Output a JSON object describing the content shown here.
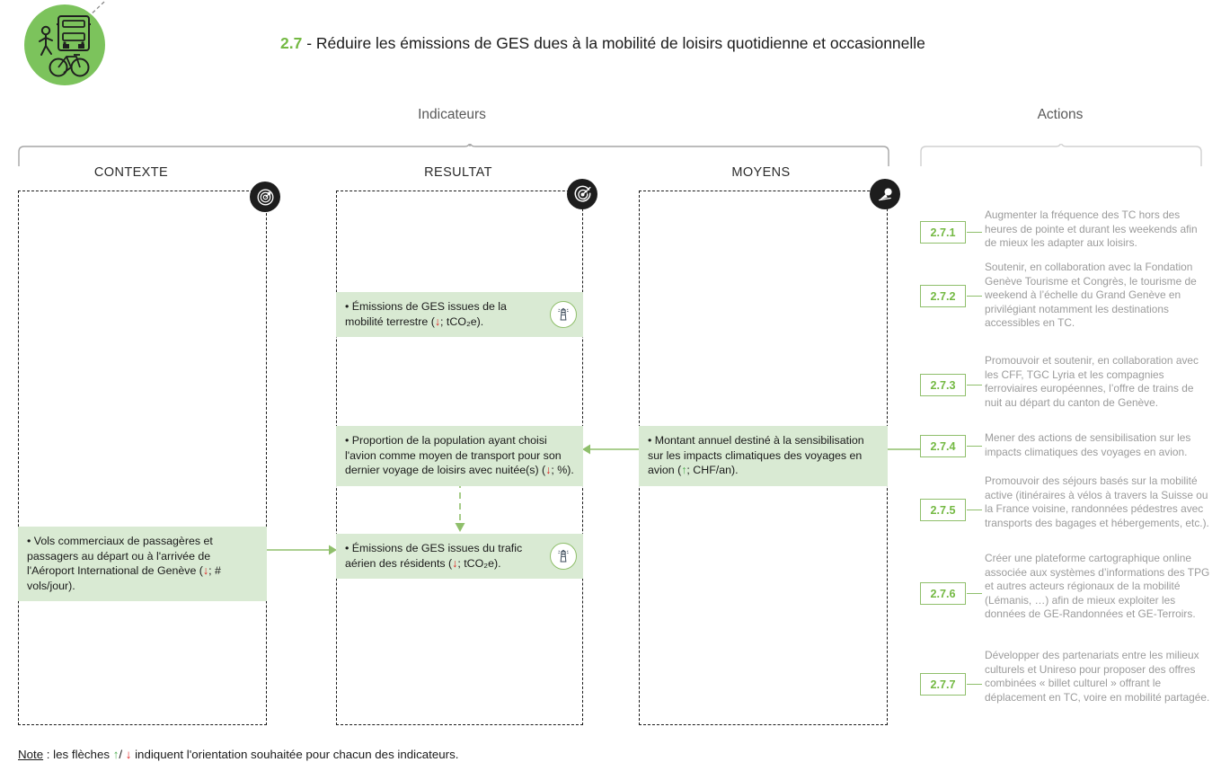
{
  "header": {
    "number": "2.7",
    "separator": " - ",
    "title": "Réduire les émissions de GES dues à la mobilité de loisirs quotidienne et occasionnelle",
    "logo_icon": "bus-pedestrian-bicycle-icon",
    "accent_green": "#74b943",
    "logo_circle_color": "#7cc35c"
  },
  "groups": {
    "indicateurs_label": "Indicateurs",
    "actions_label": "Actions"
  },
  "columns": [
    {
      "key": "contexte",
      "title": "CONTEXTE",
      "badge_icon": "radar-target-icon"
    },
    {
      "key": "resultat",
      "title": "RESULTAT",
      "badge_icon": "bullseye-target-icon"
    },
    {
      "key": "moyens",
      "title": "MOYENS",
      "badge_icon": "megaphone-icon"
    }
  ],
  "indicators": {
    "contexte": [
      {
        "id": "ind-contexte-1",
        "text_before": "• Vols commerciaux de passagères et passagers au départ ou à l'arrivée de l'Aéroport International de Genève (",
        "arrow": "down",
        "text_after": "; # vols/jour).",
        "has_lighthouse_icon": false
      }
    ],
    "resultat": [
      {
        "id": "ind-resultat-1",
        "text_before": "• Émissions de GES issues de la mobilité terrestre (",
        "arrow": "down",
        "text_after": "; tCO₂e).",
        "has_lighthouse_icon": true,
        "lighthouse_icon": "lighthouse-icon"
      },
      {
        "id": "ind-resultat-2",
        "text_before": "• Proportion de la population ayant choisi l'avion comme moyen de transport pour son dernier voyage de loisirs avec nuitée(s) (",
        "arrow": "down",
        "text_after": "; %).",
        "has_lighthouse_icon": false
      },
      {
        "id": "ind-resultat-3",
        "text_before": "• Émissions de GES issues du trafic aérien des résidents (",
        "arrow": "down",
        "text_after": "; tCO₂e).",
        "has_lighthouse_icon": true,
        "lighthouse_icon": "lighthouse-icon"
      }
    ],
    "moyens": [
      {
        "id": "ind-moyens-1",
        "text_before": "• Montant annuel destiné à la sensibilisation sur les impacts climatiques des voyages en avion (",
        "arrow": "up",
        "text_after": "; CHF/an).",
        "has_lighthouse_icon": false
      }
    ]
  },
  "arrows": {
    "up_glyph": "↑",
    "down_glyph": "↓",
    "up_color": "#4caf50",
    "down_color": "#e01b1b",
    "connector_color": "#8fbf6b"
  },
  "actions": [
    {
      "code": "2.7.1",
      "text": "Augmenter la fréquence des TC hors des heures de pointe et durant les weekends afin de mieux les adapter aux loisirs."
    },
    {
      "code": "2.7.2",
      "text": "Soutenir, en collaboration avec la Fondation Genève Tourisme et Congrès, le tourisme de weekend  à l’échelle du Grand Genève en privilégiant notamment les destinations accessibles en TC."
    },
    {
      "code": "2.7.3",
      "text": "Promouvoir et soutenir, en collaboration avec les CFF, TGC Lyria et les compagnies ferroviaires européennes, l’offre de trains de nuit au départ du canton de Genève."
    },
    {
      "code": "2.7.4",
      "text": "Mener des actions de sensibilisation sur les impacts climatiques des voyages en avion."
    },
    {
      "code": "2.7.5",
      "text": "Promouvoir des séjours basés sur la mobilité active (itinéraires à vélos à travers la Suisse ou la France voisine, randonnées pédestres avec transports des bagages et hébergements, etc.)."
    },
    {
      "code": "2.7.6",
      "text": "Créer une plateforme cartographique online associée aux systèmes d’informations des TPG et autres acteurs régionaux de la mobilité (Lémanis, …) afin de mieux exploiter les données de GE-Randonnées et GE-Terroirs."
    },
    {
      "code": "2.7.7",
      "text": "Développer des partenariats entre les milieux culturels et Unireso pour proposer des offres combinées « billet culturel » offrant le déplacement en TC, voire en mobilité partagée."
    }
  ],
  "footer": {
    "note_label": "Note",
    "part1": " : les flèches ",
    "up": "↑",
    "slash": "/ ",
    "down": "↓",
    "part2": " indiquent l'orientation souhaitée pour chacun des indicateurs."
  }
}
